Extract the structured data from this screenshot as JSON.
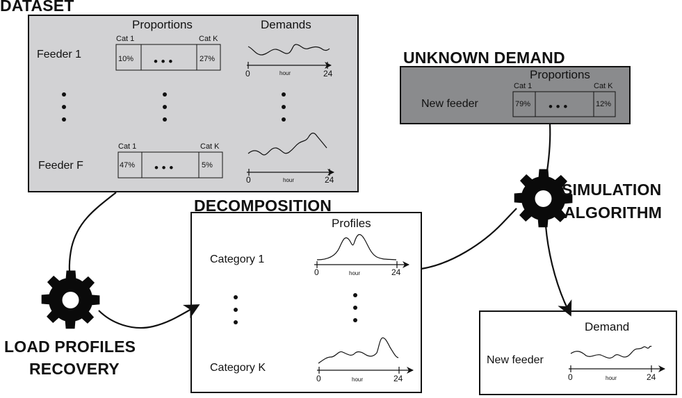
{
  "dataset": {
    "title": "DATASET",
    "proportions_header": "Proportions",
    "demands_header": "Demands",
    "rows": [
      {
        "feeder": "Feeder 1",
        "cat_first": "Cat 1",
        "cat_last": "Cat K",
        "pct_first": "10%",
        "ellipsis": "• • •",
        "pct_last": "27%"
      },
      {
        "feeder": "Feeder F",
        "cat_first": "Cat 1",
        "cat_last": "Cat K",
        "pct_first": "47%",
        "ellipsis": "• • •",
        "pct_last": "5%"
      }
    ],
    "axis": {
      "start": "0",
      "end": "24",
      "unit": "hour"
    }
  },
  "unknown_demand": {
    "title": "UNKNOWN DEMAND",
    "proportions_header": "Proportions",
    "feeder": "New feeder",
    "cat_first": "Cat 1",
    "cat_last": "Cat K",
    "pct_first": "79%",
    "ellipsis": "• • •",
    "pct_last": "12%"
  },
  "decomposition": {
    "title": "DECOMPOSITION",
    "profiles_header": "Profiles",
    "rows": [
      {
        "category": "Category 1"
      },
      {
        "category": "Category K"
      }
    ],
    "axis": {
      "start": "0",
      "end": "24",
      "unit": "hour"
    }
  },
  "simulation": {
    "line1": "SIMULATION",
    "line2": "ALGORITHM"
  },
  "recovery": {
    "line1": "LOAD PROFILES",
    "line2": "RECOVERY"
  },
  "demand_output": {
    "header": "Demand",
    "feeder": "New feeder",
    "axis": {
      "start": "0",
      "end": "24",
      "unit": "hour"
    }
  },
  "colors": {
    "dataset_fill": "#d2d2d4",
    "unknown_fill": "#8a8b8d",
    "ink": "#111111",
    "gear": "#0a0a0a"
  },
  "icons": [
    "gear-icon",
    "arrow-icon",
    "ellipsis-dots"
  ]
}
